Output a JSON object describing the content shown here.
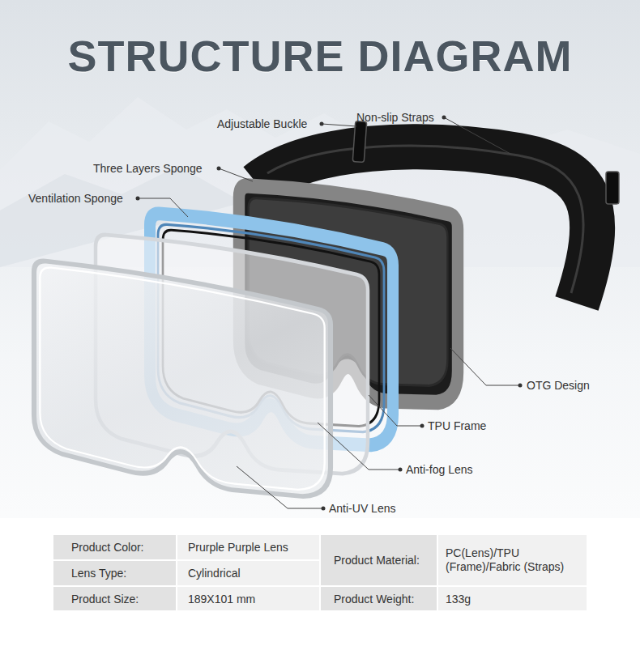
{
  "diagram": {
    "title": "STRUCTURE DIAGRAM",
    "labels": [
      "Adjustable Buckle",
      "Non-slip Straps",
      "Three Layers Sponge",
      "Ventilation Sponge",
      "OTG Design",
      "TPU Frame",
      "Anti-fog Lens",
      "Anti-UV Lens",
      "Product Color:",
      "Prurple Purple Lens",
      "Lens Type:",
      "Cylindrical",
      "Product Size:",
      "189X101 mm",
      "Product Material:",
      "PC(Lens)/TPU (Frame)/Fabric (Straps)",
      "Product Weight:",
      "133g"
    ]
  }
}
